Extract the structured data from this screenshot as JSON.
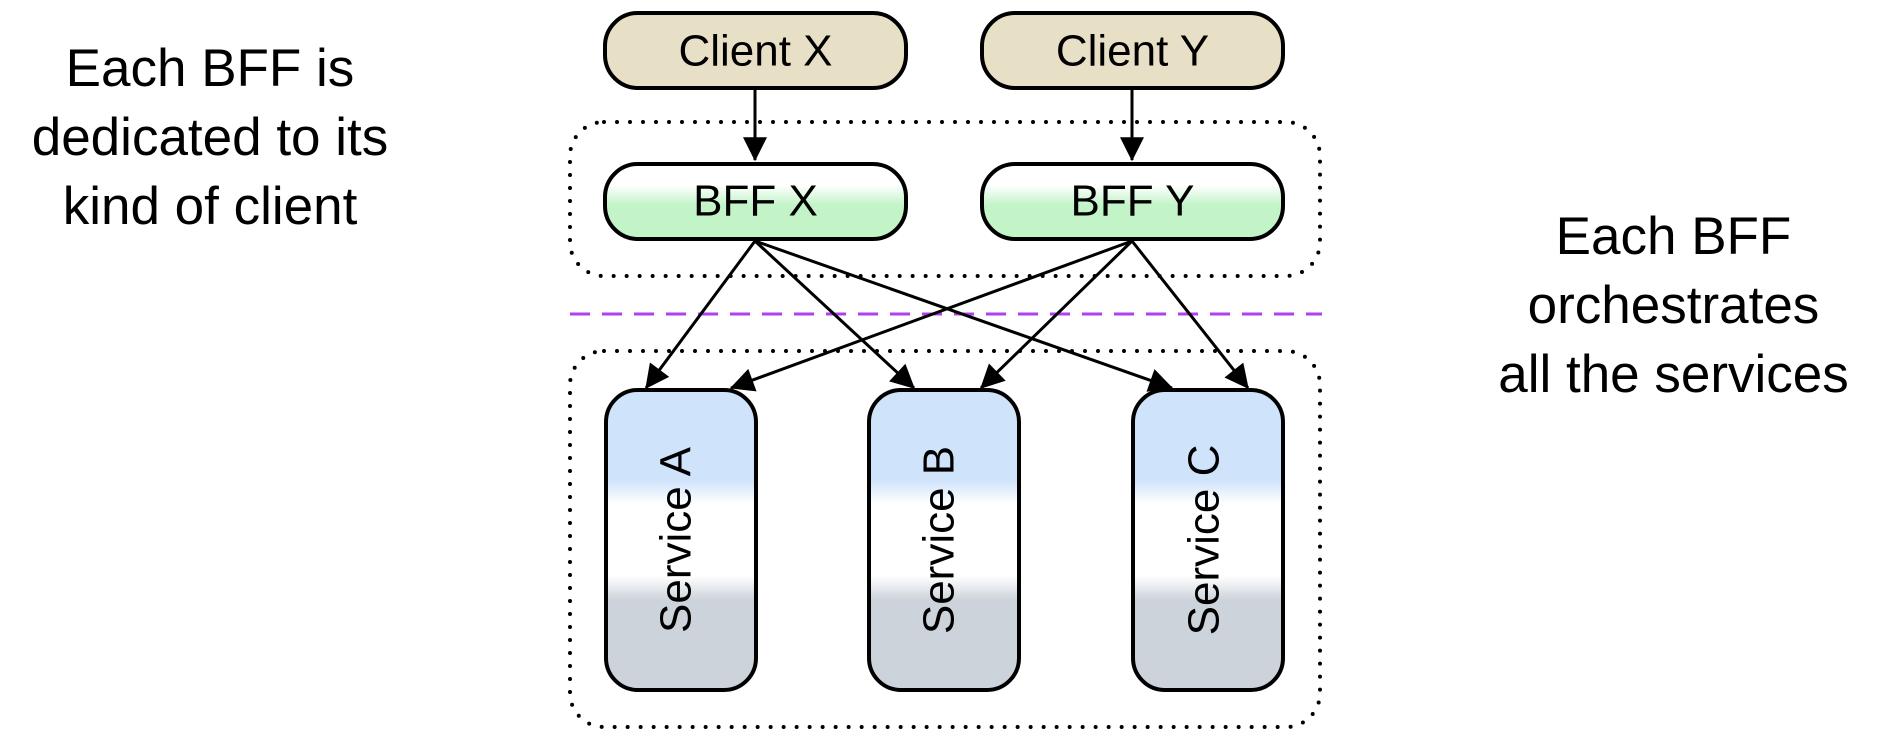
{
  "annotations": {
    "left_lines": [
      "Each BFF is",
      "dedicated to its",
      "kind of client"
    ],
    "right_lines": [
      "Each BFF",
      "orchestrates",
      "all the services"
    ]
  },
  "clients": [
    {
      "label": "Client X"
    },
    {
      "label": "Client Y"
    }
  ],
  "bffs": [
    {
      "label": "BFF X"
    },
    {
      "label": "BFF Y"
    }
  ],
  "services": [
    {
      "label": "Service A"
    },
    {
      "label": "Service B"
    },
    {
      "label": "Service C"
    }
  ],
  "connections": [
    {
      "from": "Client X",
      "to": "BFF X"
    },
    {
      "from": "Client Y",
      "to": "BFF Y"
    },
    {
      "from": "BFF X",
      "to": "Service A"
    },
    {
      "from": "BFF X",
      "to": "Service B"
    },
    {
      "from": "BFF X",
      "to": "Service C"
    },
    {
      "from": "BFF Y",
      "to": "Service A"
    },
    {
      "from": "BFF Y",
      "to": "Service B"
    },
    {
      "from": "BFF Y",
      "to": "Service C"
    }
  ],
  "colors": {
    "client_fill": "#e8e0c6",
    "bff_fill_top": "#ffffff",
    "bff_fill_bottom": "#c2f4c8",
    "service_fill_top": "#cfe3fb",
    "service_fill_mid": "#ffffff",
    "service_fill_bottom": "#cdd3db",
    "divider": "#b23ff0",
    "stroke": "#000000"
  }
}
